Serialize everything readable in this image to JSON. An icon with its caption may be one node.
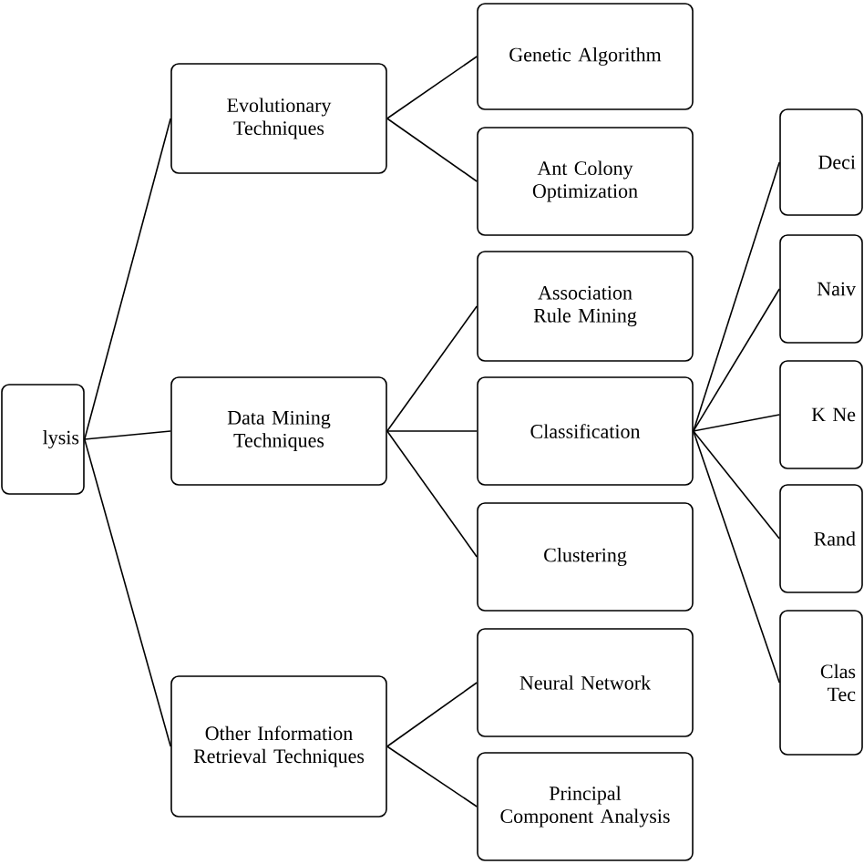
{
  "diagram": {
    "nodes": [
      {
        "text": [
          "lysis"
        ]
      },
      {
        "text": [
          "Evolutionary Techniques"
        ]
      },
      {
        "text": [
          "Data Mining Techniques"
        ]
      },
      {
        "text": [
          "Other Information Retrieval Techniques"
        ]
      },
      {
        "text": [
          "Genetic Algorithm"
        ]
      },
      {
        "text": [
          "Ant Colony Optimization"
        ]
      },
      {
        "text": [
          "Association Rule Mining"
        ]
      },
      {
        "text": [
          "Classification"
        ]
      },
      {
        "text": [
          "Clustering"
        ]
      },
      {
        "text": [
          "Neural Network"
        ]
      },
      {
        "text": [
          "Principal Component Analysis"
        ]
      },
      {
        "text": [
          "Deci"
        ]
      },
      {
        "text": [
          "Naiv"
        ]
      },
      {
        "text": [
          "K Ne"
        ]
      },
      {
        "text": [
          "Rand"
        ]
      },
      {
        "text": [
          "Clas Tec"
        ]
      }
    ],
    "edges": [
      {
        "from": 0,
        "to": 1,
        "arrow": "none"
      },
      {
        "from": 0,
        "to": 2,
        "arrow": "none"
      },
      {
        "from": 0,
        "to": 3,
        "arrow": "none"
      },
      {
        "from": 1,
        "to": 4,
        "arrow": "none"
      },
      {
        "from": 1,
        "to": 5,
        "arrow": "none"
      },
      {
        "from": 2,
        "to": 6,
        "arrow": "none"
      },
      {
        "from": 2,
        "to": 7,
        "arrow": "none"
      },
      {
        "from": 2,
        "to": 8,
        "arrow": "none"
      },
      {
        "from": 3,
        "to": 9,
        "arrow": "none"
      },
      {
        "from": 3,
        "to": 10,
        "arrow": "none"
      },
      {
        "from": 7,
        "to": 11,
        "arrow": "none"
      },
      {
        "from": 7,
        "to": 12,
        "arrow": "none"
      },
      {
        "from": 7,
        "to": 13,
        "arrow": "none"
      },
      {
        "from": 7,
        "to": 14,
        "arrow": "none"
      },
      {
        "from": 7,
        "to": 15,
        "arrow": "none"
      }
    ]
  }
}
